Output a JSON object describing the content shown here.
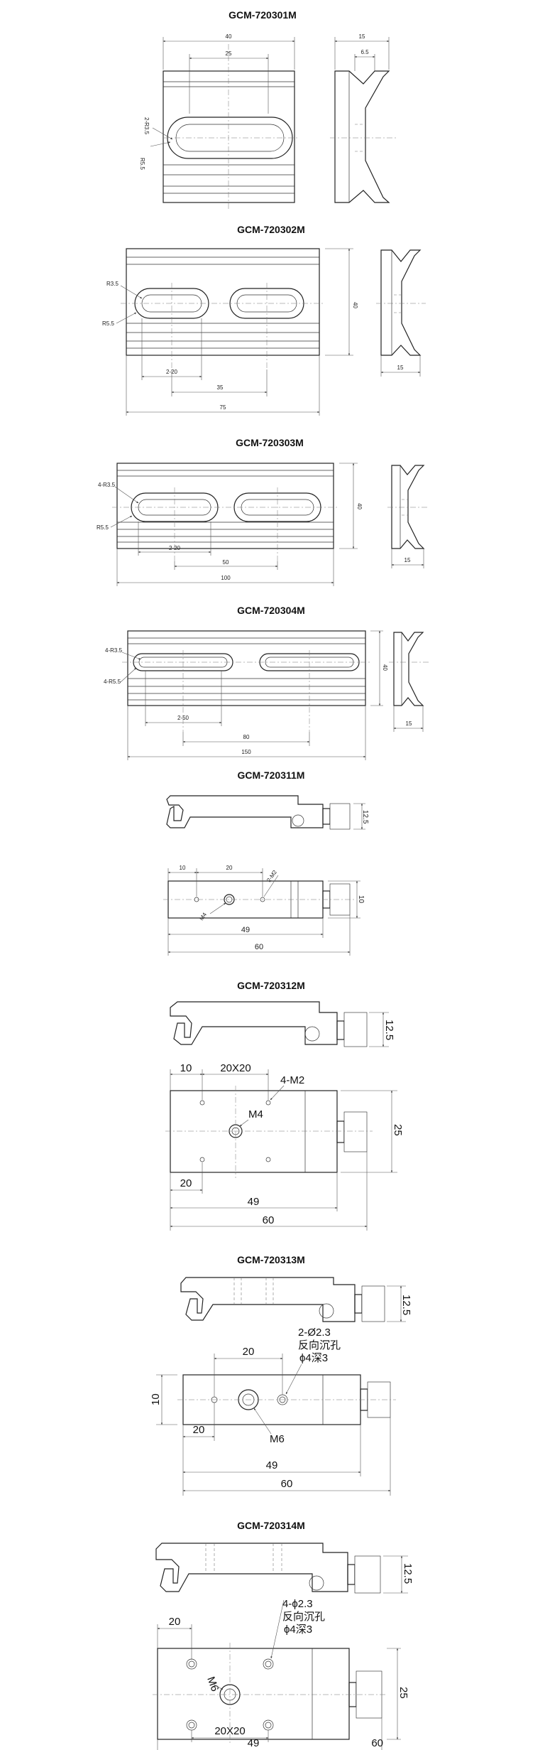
{
  "parts": [
    {
      "title": "GCM-720301M",
      "labels": {
        "width": "40",
        "slot_spacing": "25",
        "radius_small": "2-R3.5",
        "radius_large": "R5.5",
        "side_depth": "15",
        "side_offset": "6.5"
      }
    },
    {
      "title": "GCM-720302M",
      "labels": {
        "radius_small": "R3.5",
        "radius_large": "R5.5",
        "height": "40",
        "slot_travel": "2-20",
        "slot_spacing": "35",
        "length": "75",
        "side_depth": "15"
      }
    },
    {
      "title": "GCM-720303M",
      "labels": {
        "radius_small": "4-R3.5",
        "radius_large": "R5.5",
        "height": "40",
        "slot_travel": "2-20",
        "slot_spacing": "50",
        "length": "100",
        "side_depth": "15"
      }
    },
    {
      "title": "GCM-720304M",
      "labels": {
        "radius_small": "4-R3.5",
        "radius_large": "4-R5.5",
        "height": "40",
        "slot_travel": "2-50",
        "slot_spacing": "80",
        "length": "150",
        "side_depth": "15"
      }
    },
    {
      "title": "GCM-720311M",
      "labels": {
        "height": "12.5",
        "offset": "10",
        "hole_spacing": "20",
        "thread_small": "2-M2",
        "thread_center": "M4",
        "width": "10",
        "dist_1": "49",
        "dist_2": "60"
      }
    },
    {
      "title": "GCM-720312M",
      "labels": {
        "height": "12.5",
        "offset": "10",
        "hole_grid": "20X20",
        "thread_small": "4-M2",
        "thread_center": "M4",
        "width": "25",
        "bottom_spacing": "20",
        "dist_1": "49",
        "dist_2": "60"
      }
    },
    {
      "title": "GCM-720313M",
      "labels": {
        "height": "12.5",
        "width": "10",
        "top_spacing": "20",
        "hole_spec_1": "2-Ø2.3",
        "hole_spec_2": "反向沉孔",
        "hole_spec_3": "ϕ4深3",
        "bottom_spacing": "20",
        "thread_center": "M6",
        "dist_1": "49",
        "dist_2": "60"
      }
    },
    {
      "title": "GCM-720314M",
      "labels": {
        "height": "12.5",
        "top_spacing": "20",
        "hole_spec_1": "4-ϕ2.3",
        "hole_spec_2": "反向沉孔",
        "hole_spec_3": "ϕ4深3",
        "thread_center": "M6",
        "width": "25",
        "hole_grid": "20X20",
        "dist_1": "49",
        "dist_2": "60"
      }
    }
  ]
}
